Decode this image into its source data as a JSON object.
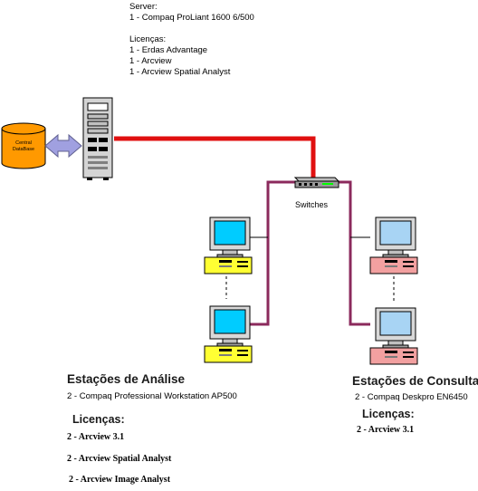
{
  "server_info": {
    "server_label": "Server:",
    "server_model": "1 - Compaq ProLiant 1600 6/500",
    "licenses_label": "Licenças:",
    "licenses": [
      "1 - Erdas Advantage",
      "1 - Arcview",
      "1 - Arcview Spatial Analyst"
    ]
  },
  "database": {
    "label_line1": "Central",
    "label_line2": "DataBase"
  },
  "switch": {
    "label": "Switches"
  },
  "analysis": {
    "title": "Estações de Análise",
    "subtitle": "2 - Compaq Professional Workstation AP500",
    "licenses_label": "Licenças:",
    "licenses": [
      "2 - Arcview 3.1",
      "2 - Arcview Spatial Analyst",
      "2 - Arcview Image Analyst"
    ]
  },
  "consult": {
    "title": "Estações de Consulta",
    "subtitle": "2  - Compaq Deskpro EN6450",
    "licenses_label": "Licenças:",
    "licenses": [
      "2 - Arcview 3.1"
    ]
  },
  "colors": {
    "server_link": "#e01010",
    "lan_link": "#8b2a5c",
    "analysis_cpu": "#ffff33",
    "consult_cpu": "#f2a0a0",
    "database": "#ff9900",
    "arrow": "#a0a0e0"
  }
}
